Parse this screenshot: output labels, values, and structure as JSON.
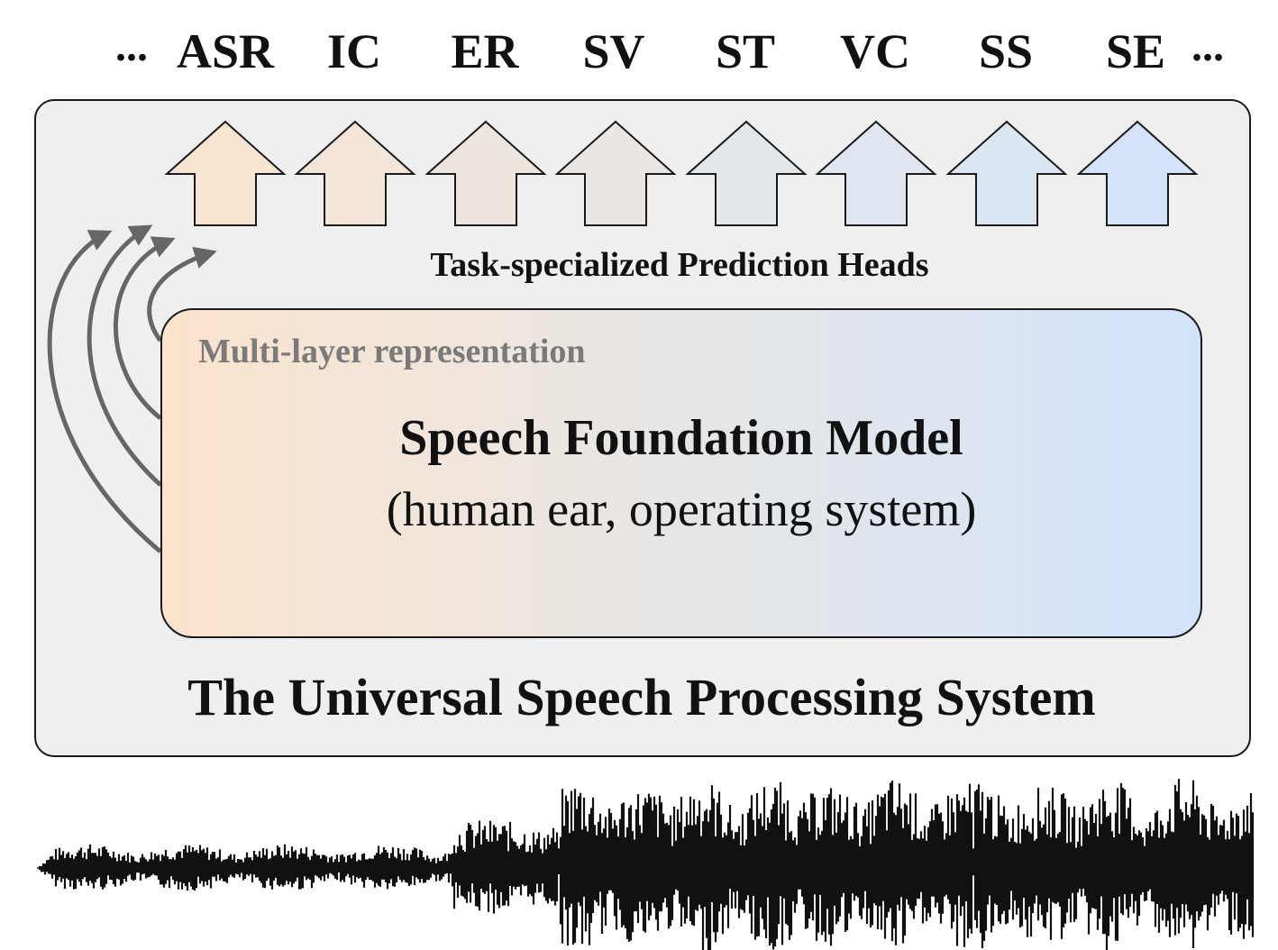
{
  "tasks": [
    "ASR",
    "IC",
    "ER",
    "SV",
    "ST",
    "VC",
    "SS",
    "SE"
  ],
  "ellipsis": "...",
  "heads_label": "Task-specialized Prediction Heads",
  "model": {
    "layer_label": "Multi-layer representation",
    "title": "Speech Foundation Model",
    "subtitle": "(human ear, operating system)"
  },
  "system_title": "The Universal Speech Processing System",
  "colors": {
    "head_gradient": [
      "#f7e4d1",
      "#f3e5d8",
      "#ede5de",
      "#e9e6e3",
      "#e3e7ea",
      "#dfe6ef",
      "#dbe6f3",
      "#d3e4fa"
    ],
    "arrow_gray": "#666666",
    "box_fill": "#efefef"
  },
  "icons": {
    "head": "up-arrow-icon",
    "layer_connection": "curved-arrow-icon",
    "input": "waveform-icon"
  }
}
